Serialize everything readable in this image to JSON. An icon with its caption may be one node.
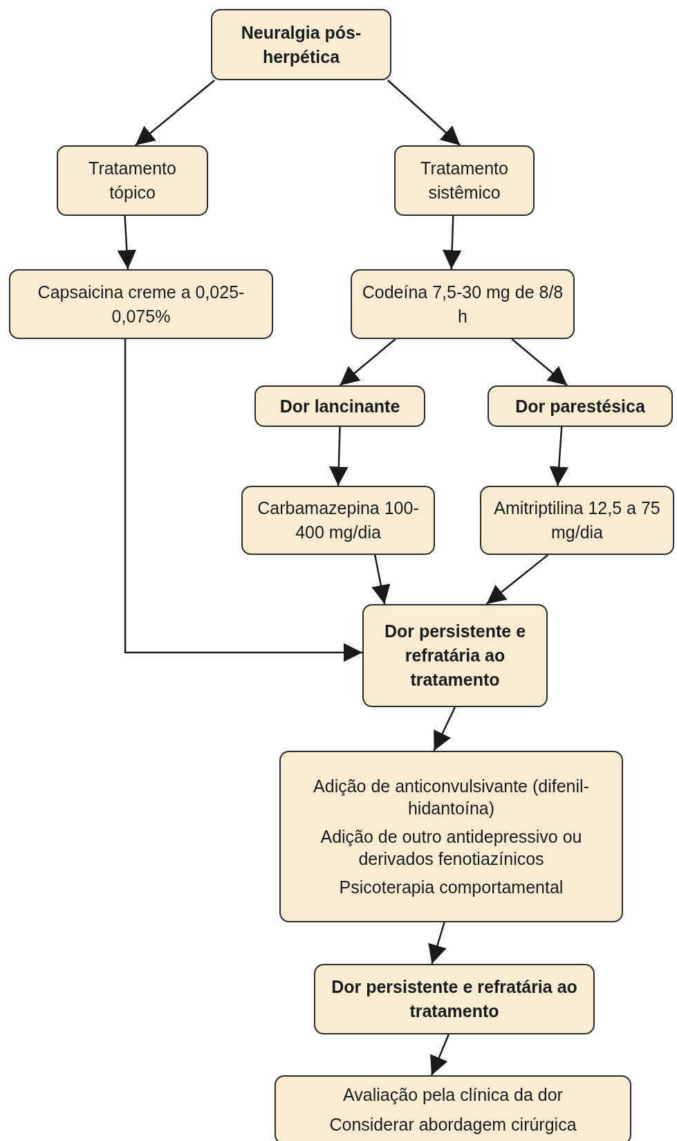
{
  "diagram": {
    "nodes": [
      {
        "text": [
          "Neuralgia pós-herpética"
        ]
      },
      {
        "text": [
          "Tratamento tópico"
        ]
      },
      {
        "text": [
          "Tratamento sistêmico"
        ]
      },
      {
        "text": [
          "Capsaicina creme a 0,025-0,075%"
        ]
      },
      {
        "text": [
          "Codeína 7,5-30 mg de 8/8 h"
        ]
      },
      {
        "text": [
          "Dor lancinante"
        ]
      },
      {
        "text": [
          "Dor parestésica"
        ]
      },
      {
        "text": [
          "Carbamazepina 100-400 mg/dia"
        ]
      },
      {
        "text": [
          "Amitriptilina 12,5 a 75 mg/dia"
        ]
      },
      {
        "text": [
          "Dor persistente e refratária ao tratamento"
        ]
      },
      {
        "text": [
          "Adição de anticonvulsivante (difenil-hidantoína)",
          "Adição de outro antidepressivo ou derivados fenotiazínicos",
          "Psicoterapia comportamental"
        ]
      },
      {
        "text": [
          "Dor persistente e refratária ao tratamento"
        ]
      },
      {
        "text": [
          "Avaliação pela clínica da dor",
          "Considerar abordagem cirúrgica"
        ]
      }
    ],
    "edges": [
      {
        "from": 0,
        "to": 1,
        "arrow": "to"
      },
      {
        "from": 0,
        "to": 2,
        "arrow": "to"
      },
      {
        "from": 1,
        "to": 3,
        "arrow": "to"
      },
      {
        "from": 2,
        "to": 4,
        "arrow": "to"
      },
      {
        "from": 4,
        "to": 5,
        "arrow": "to"
      },
      {
        "from": 4,
        "to": 6,
        "arrow": "to"
      },
      {
        "from": 5,
        "to": 7,
        "arrow": "to"
      },
      {
        "from": 6,
        "to": 8,
        "arrow": "to"
      },
      {
        "from": 7,
        "to": 9,
        "arrow": "to"
      },
      {
        "from": 8,
        "to": 9,
        "arrow": "to"
      },
      {
        "from": 3,
        "to": 9,
        "arrow": "to"
      },
      {
        "from": 9,
        "to": 10,
        "arrow": "to"
      },
      {
        "from": 10,
        "to": 11,
        "arrow": "to"
      },
      {
        "from": 11,
        "to": 12,
        "arrow": "to"
      }
    ]
  }
}
